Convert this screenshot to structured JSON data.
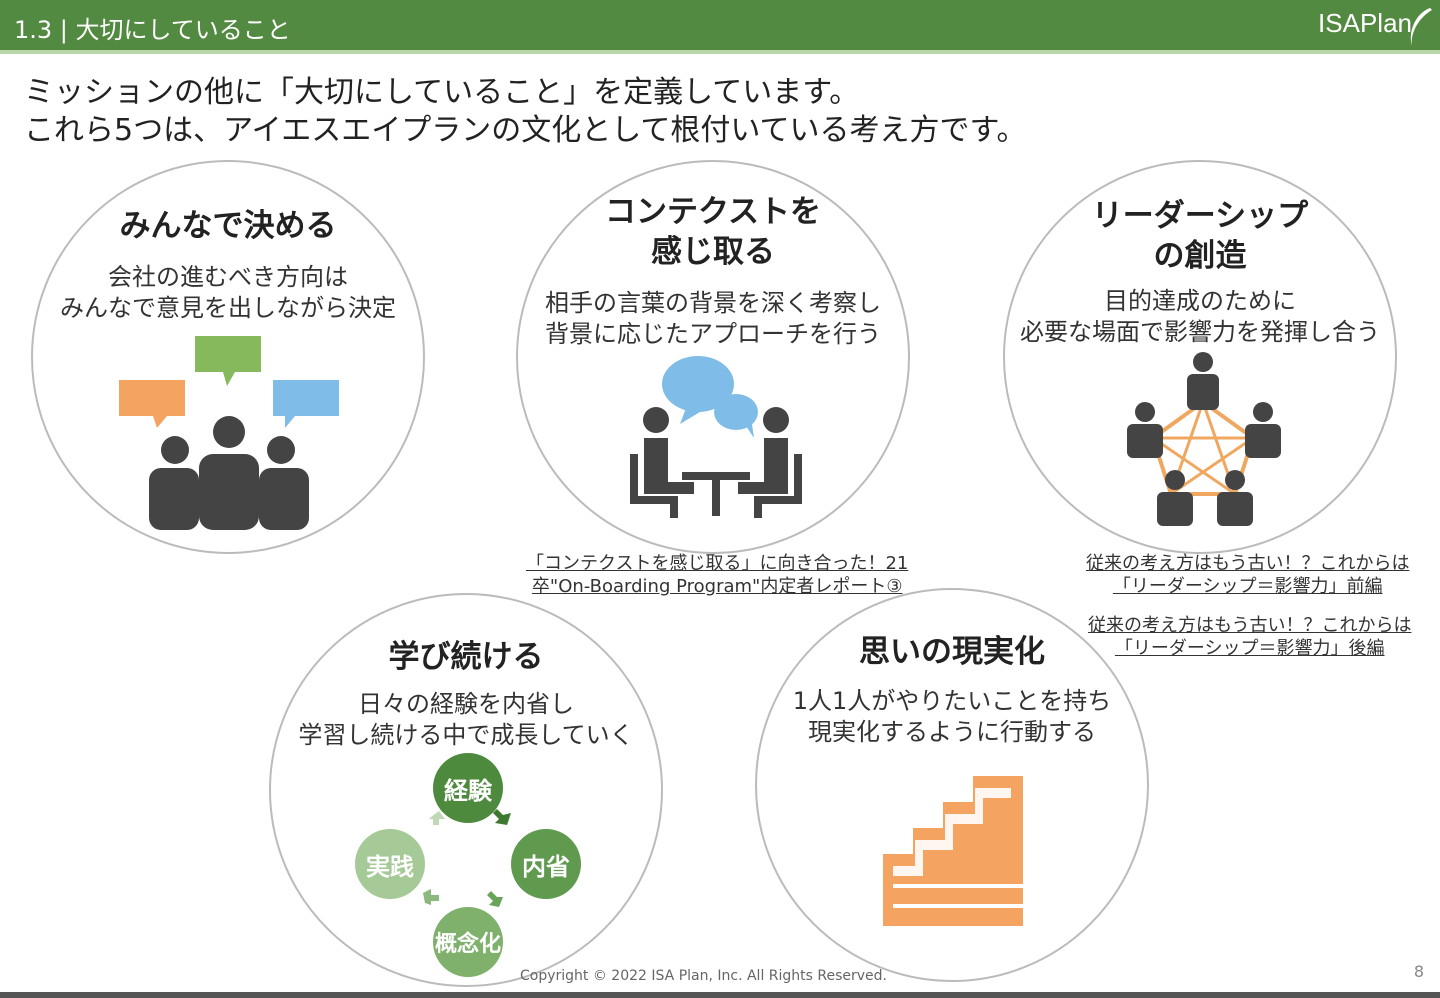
{
  "header": {
    "section": "1.3 | 大切にしていること",
    "logo": "ISAPlan"
  },
  "intro": {
    "line1": "ミッションの他に「大切にしていること」を定義しています。",
    "line2": "これら5つは、アイエスエイプランの文化として根付いている考え方です。"
  },
  "values": [
    {
      "title": "みんなで決める",
      "desc1": "会社の進むべき方向は",
      "desc2": "みんなで意見を出しながら決定",
      "icon": "group-discussion-icon"
    },
    {
      "title1": "コンテクストを",
      "title2": "感じ取る",
      "desc1": "相手の言葉の背景を深く考察し",
      "desc2": "背景に応じたアプローチを行う",
      "icon": "meeting-icon"
    },
    {
      "title1": "リーダーシップ",
      "title2": "の創造",
      "desc1": "目的達成のために",
      "desc2": "必要な場面で影響力を発揮し合う",
      "icon": "network-people-icon"
    },
    {
      "title": "学び続ける",
      "desc1": "日々の経験を内省し",
      "desc2": "学習し続ける中で成長していく",
      "cycle": [
        "経験",
        "内省",
        "概念化",
        "実践"
      ]
    },
    {
      "title": "思いの現実化",
      "desc1": "1人1人がやりたいことを持ち",
      "desc2": "現実化するように行動する",
      "icon": "stairs-icon"
    }
  ],
  "links": [
    {
      "line1": "「コンテクストを感じ取る」に向き合った！21",
      "line2": "卒\"On-Boarding Program\"内定者レポート③"
    },
    {
      "line1": "従来の考え方はもう古い！？これからは",
      "line2": "「リーダーシップ＝影響力」前編"
    },
    {
      "line1": "従来の考え方はもう古い！？これからは",
      "line2": "「リーダーシップ＝影響力」後編"
    }
  ],
  "footer": {
    "copyright": "Copyright © 2022 ISA Plan, Inc. All Rights Reserved.",
    "page": "8"
  }
}
